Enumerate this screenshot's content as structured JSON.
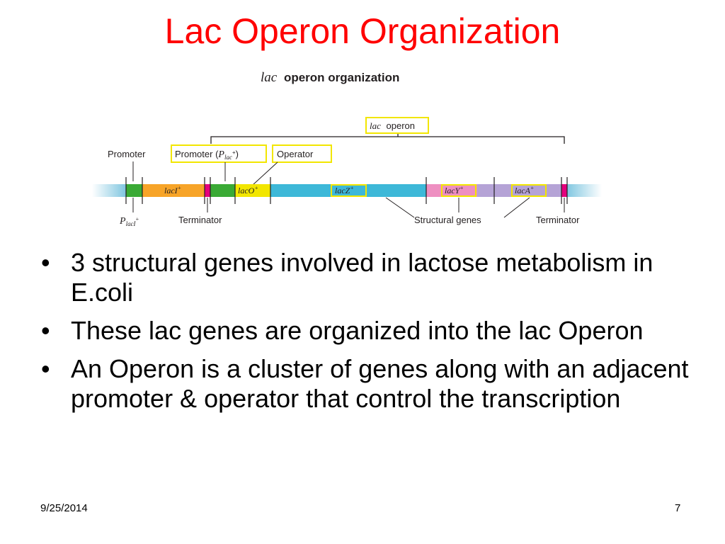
{
  "slide": {
    "title": "Lac Operon Organization",
    "footer_date": "9/25/2014",
    "page_number": "7"
  },
  "diagram": {
    "heading_italic": "lac",
    "heading_rest": "operon organization",
    "operon_label_italic": "lac",
    "operon_label_rest": "operon",
    "promoter_left": "Promoter",
    "promoter_box_prefix": "Promoter (",
    "promoter_box_p": "P",
    "promoter_box_sub": "lac",
    "promoter_box_sup": "+",
    "promoter_box_suffix": ")",
    "operator_box": "Operator",
    "p_laci_p": "P",
    "p_laci_sub": "lacI",
    "p_laci_sup": "+",
    "terminator_left": "Terminator",
    "structural_genes": "Structural genes",
    "terminator_right": "Terminator",
    "genes": {
      "laci": "lacI",
      "laco": "lacO",
      "lacz": "lacZ",
      "lacy": "lacY",
      "laca": "lacA",
      "plus": "+"
    },
    "colors": {
      "dna": "#7fc6e0",
      "promoter": "#3aaa35",
      "laci": "#f7a428",
      "lacz": "#3db8d8",
      "lacy": "#ee8fc1",
      "laca": "#b5a3d6",
      "terminator": "#e4007c",
      "highlight": "#f2e600"
    }
  },
  "bullets": [
    "3 structural genes involved in lactose metabolism in E.coli",
    "These lac genes are organized into the lac Operon",
    "An Operon is a cluster of genes along with an adjacent promoter & operator that control the transcription"
  ],
  "bullet_char": "•"
}
